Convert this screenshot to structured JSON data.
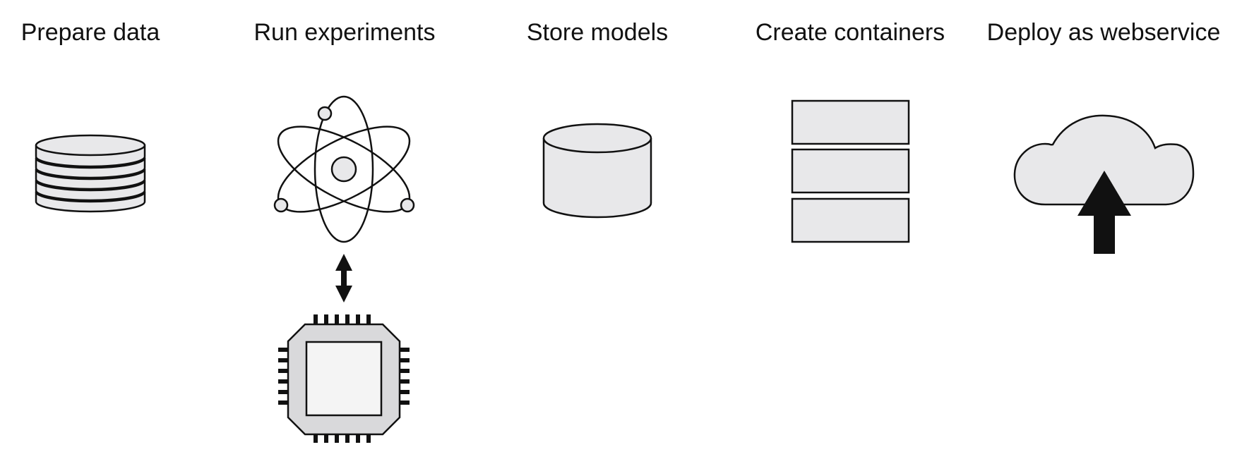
{
  "steps": [
    {
      "label": "Prepare data",
      "icon": "database-stack-icon"
    },
    {
      "label": "Run experiments",
      "icon": "atom-icon"
    },
    {
      "label": "Store models",
      "icon": "cylinder-storage-icon"
    },
    {
      "label": "Create containers",
      "icon": "stacked-containers-icon"
    },
    {
      "label": "Deploy as webservice",
      "icon": "cloud-upload-icon"
    }
  ],
  "extras": {
    "compute_link_icon": "double-arrow-icon",
    "compute_icon": "cpu-chip-icon"
  },
  "colors": {
    "fill": "#e8e8ea",
    "stroke": "#111111",
    "text": "#111111"
  }
}
